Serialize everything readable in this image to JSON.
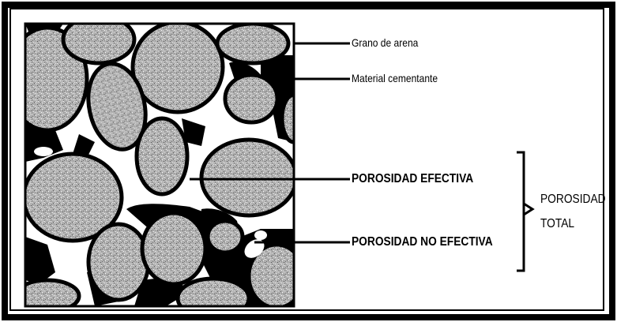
{
  "labels": {
    "grain": "Grano de arena",
    "cement": "Material cementante",
    "effective_porosity": "POROSIDAD EFECTIVA",
    "non_effective_porosity": "POROSIDAD NO EFECTIVA",
    "total_porosity_line1": "POROSIDAD",
    "total_porosity_line2": "TOTAL"
  },
  "colors": {
    "grain_fill": "#b4b4b4",
    "cement": "#000000",
    "pore": "#ffffff",
    "frame": "#000000"
  }
}
